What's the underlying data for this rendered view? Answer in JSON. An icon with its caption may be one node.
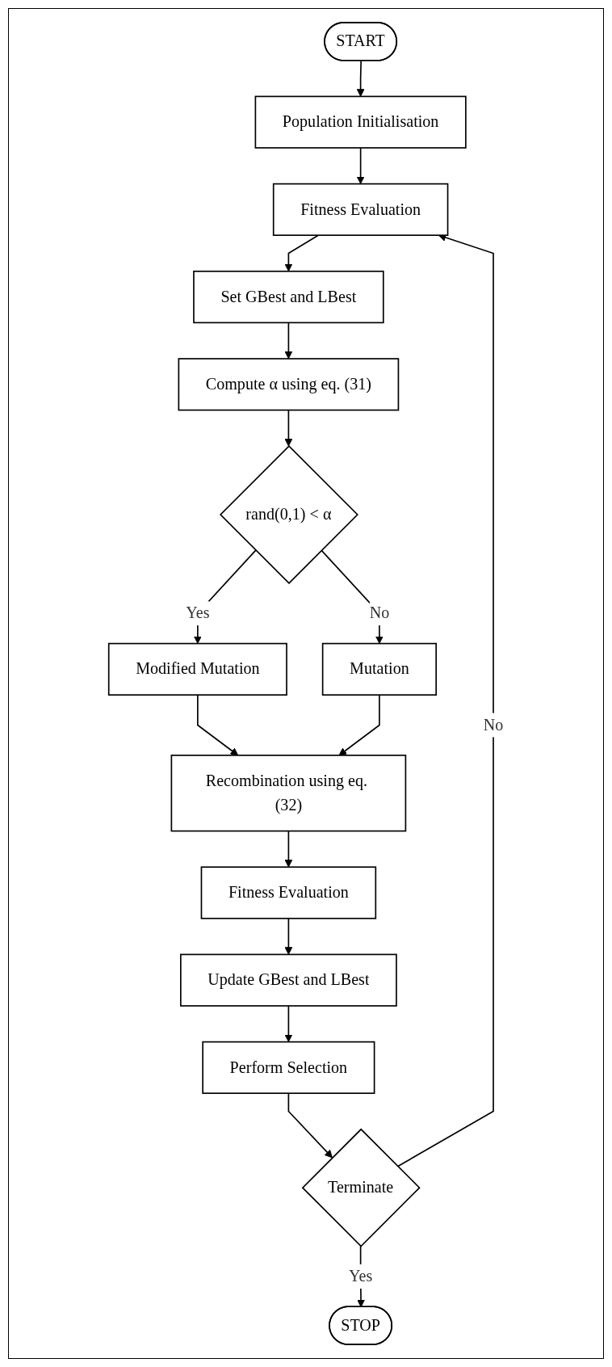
{
  "diagram": {
    "nodes": [
      {
        "text": [
          "START"
        ]
      },
      {
        "text": [
          "Population Initialisation"
        ]
      },
      {
        "text": [
          "Fitness Evaluation"
        ]
      },
      {
        "text": [
          "Set GBest and LBest"
        ]
      },
      {
        "text": [
          "Compute α using eq. (31)"
        ]
      },
      {
        "text": [
          "rand(0,1) < α"
        ]
      },
      {
        "text": [
          "Modified Mutation"
        ]
      },
      {
        "text": [
          "Mutation"
        ]
      },
      {
        "text": [
          "Recombination using eq. (32)"
        ]
      },
      {
        "text": [
          "Fitness Evaluation"
        ]
      },
      {
        "text": [
          "Update GBest and LBest"
        ]
      },
      {
        "text": [
          "Perform Selection"
        ]
      },
      {
        "text": [
          "Terminate"
        ]
      },
      {
        "text": [
          "STOP"
        ]
      }
    ],
    "edges": [
      {
        "from": 0,
        "to": 1,
        "arrow": "to"
      },
      {
        "from": 1,
        "to": 2,
        "arrow": "to"
      },
      {
        "from": 2,
        "to": 3,
        "arrow": "to"
      },
      {
        "from": 3,
        "to": 4,
        "arrow": "to"
      },
      {
        "from": 4,
        "to": 5,
        "arrow": "to"
      },
      {
        "from": 5,
        "to": 6,
        "label": "Yes",
        "arrow": "to"
      },
      {
        "from": 5,
        "to": 7,
        "label": "No",
        "arrow": "to"
      },
      {
        "from": 6,
        "to": 8,
        "arrow": "to"
      },
      {
        "from": 7,
        "to": 8,
        "arrow": "to"
      },
      {
        "from": 8,
        "to": 9,
        "arrow": "to"
      },
      {
        "from": 9,
        "to": 10,
        "arrow": "to"
      },
      {
        "from": 10,
        "to": 11,
        "arrow": "to"
      },
      {
        "from": 11,
        "to": 12,
        "arrow": "to"
      },
      {
        "from": 12,
        "to": 2,
        "label": "No",
        "arrow": "to"
      },
      {
        "from": 12,
        "to": 13,
        "label": "Yes",
        "arrow": "to"
      }
    ]
  }
}
